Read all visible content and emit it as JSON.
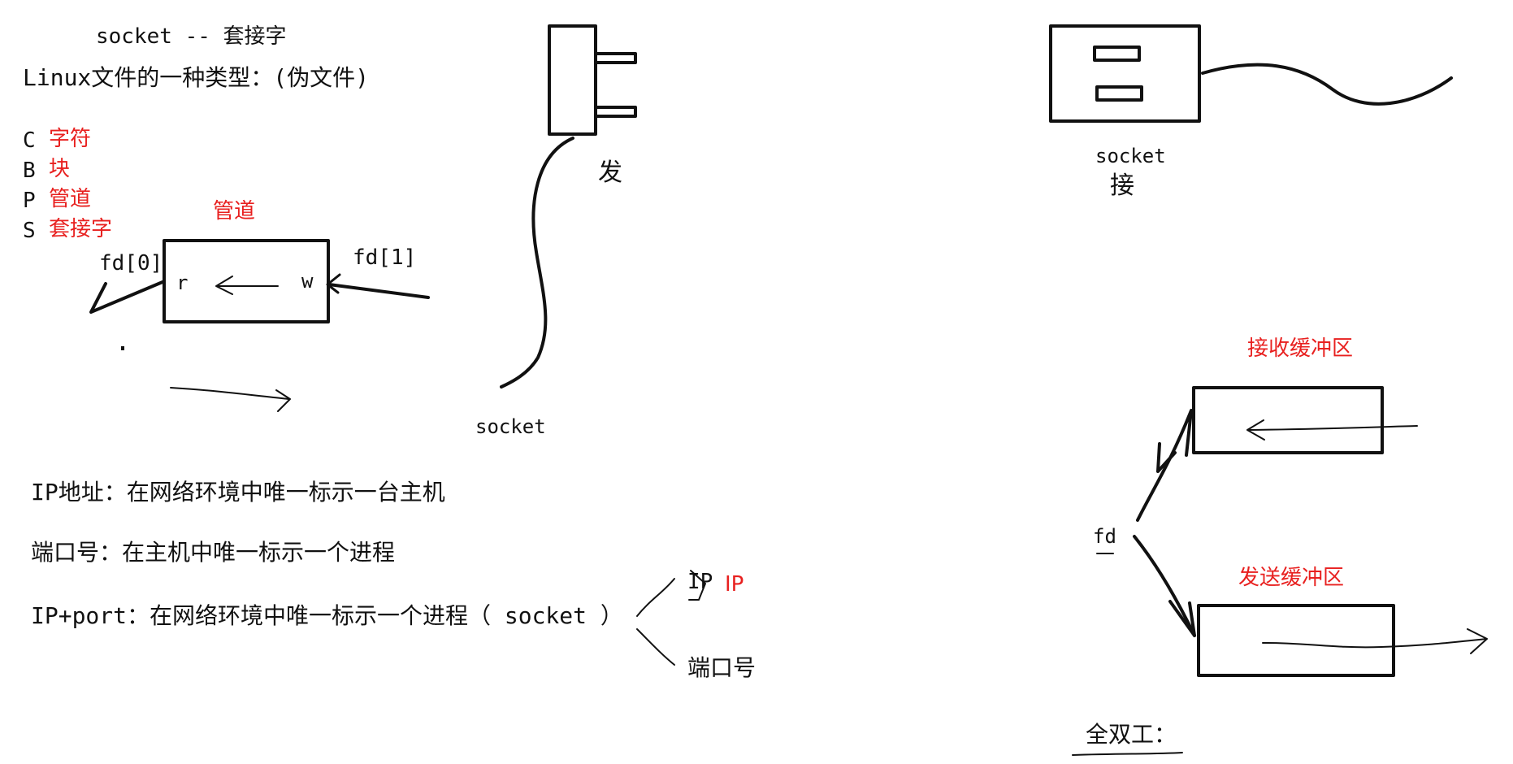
{
  "colors": {
    "ink": "#111111",
    "accent": "#e8201f",
    "background": "#ffffff"
  },
  "left": {
    "title": "socket -- 套接字",
    "linux_type": "Linux文件的一种类型：(伪文件)",
    "file_types": [
      {
        "letter": "C",
        "desc": "字符"
      },
      {
        "letter": "B",
        "desc": "块"
      },
      {
        "letter": "P",
        "desc": "管道"
      },
      {
        "letter": "S",
        "desc": "套接字"
      }
    ],
    "pipe": {
      "label": "管道",
      "read_fd": "fd[0]",
      "write_fd": "fd[1]",
      "read_end": "r",
      "write_end": "w"
    }
  },
  "plug": {
    "send_label": "发",
    "socket_label": "socket"
  },
  "outlet": {
    "socket_label": "socket",
    "recv_label": "接"
  },
  "definitions": {
    "ip": "IP地址：在网络环境中唯一标示一台主机",
    "port": "端口号：在主机中唯一标示一个进程",
    "ip_port": "IP+port：在网络环境中唯一标示一个进程（ socket ）",
    "branch_ip_handwritten": "IP",
    "branch_ip_red": "IP",
    "branch_port": "端口号"
  },
  "buffers": {
    "recv_buffer": "接收缓冲区",
    "send_buffer": "发送缓冲区",
    "fd": "fd",
    "full_duplex": "全双工："
  }
}
